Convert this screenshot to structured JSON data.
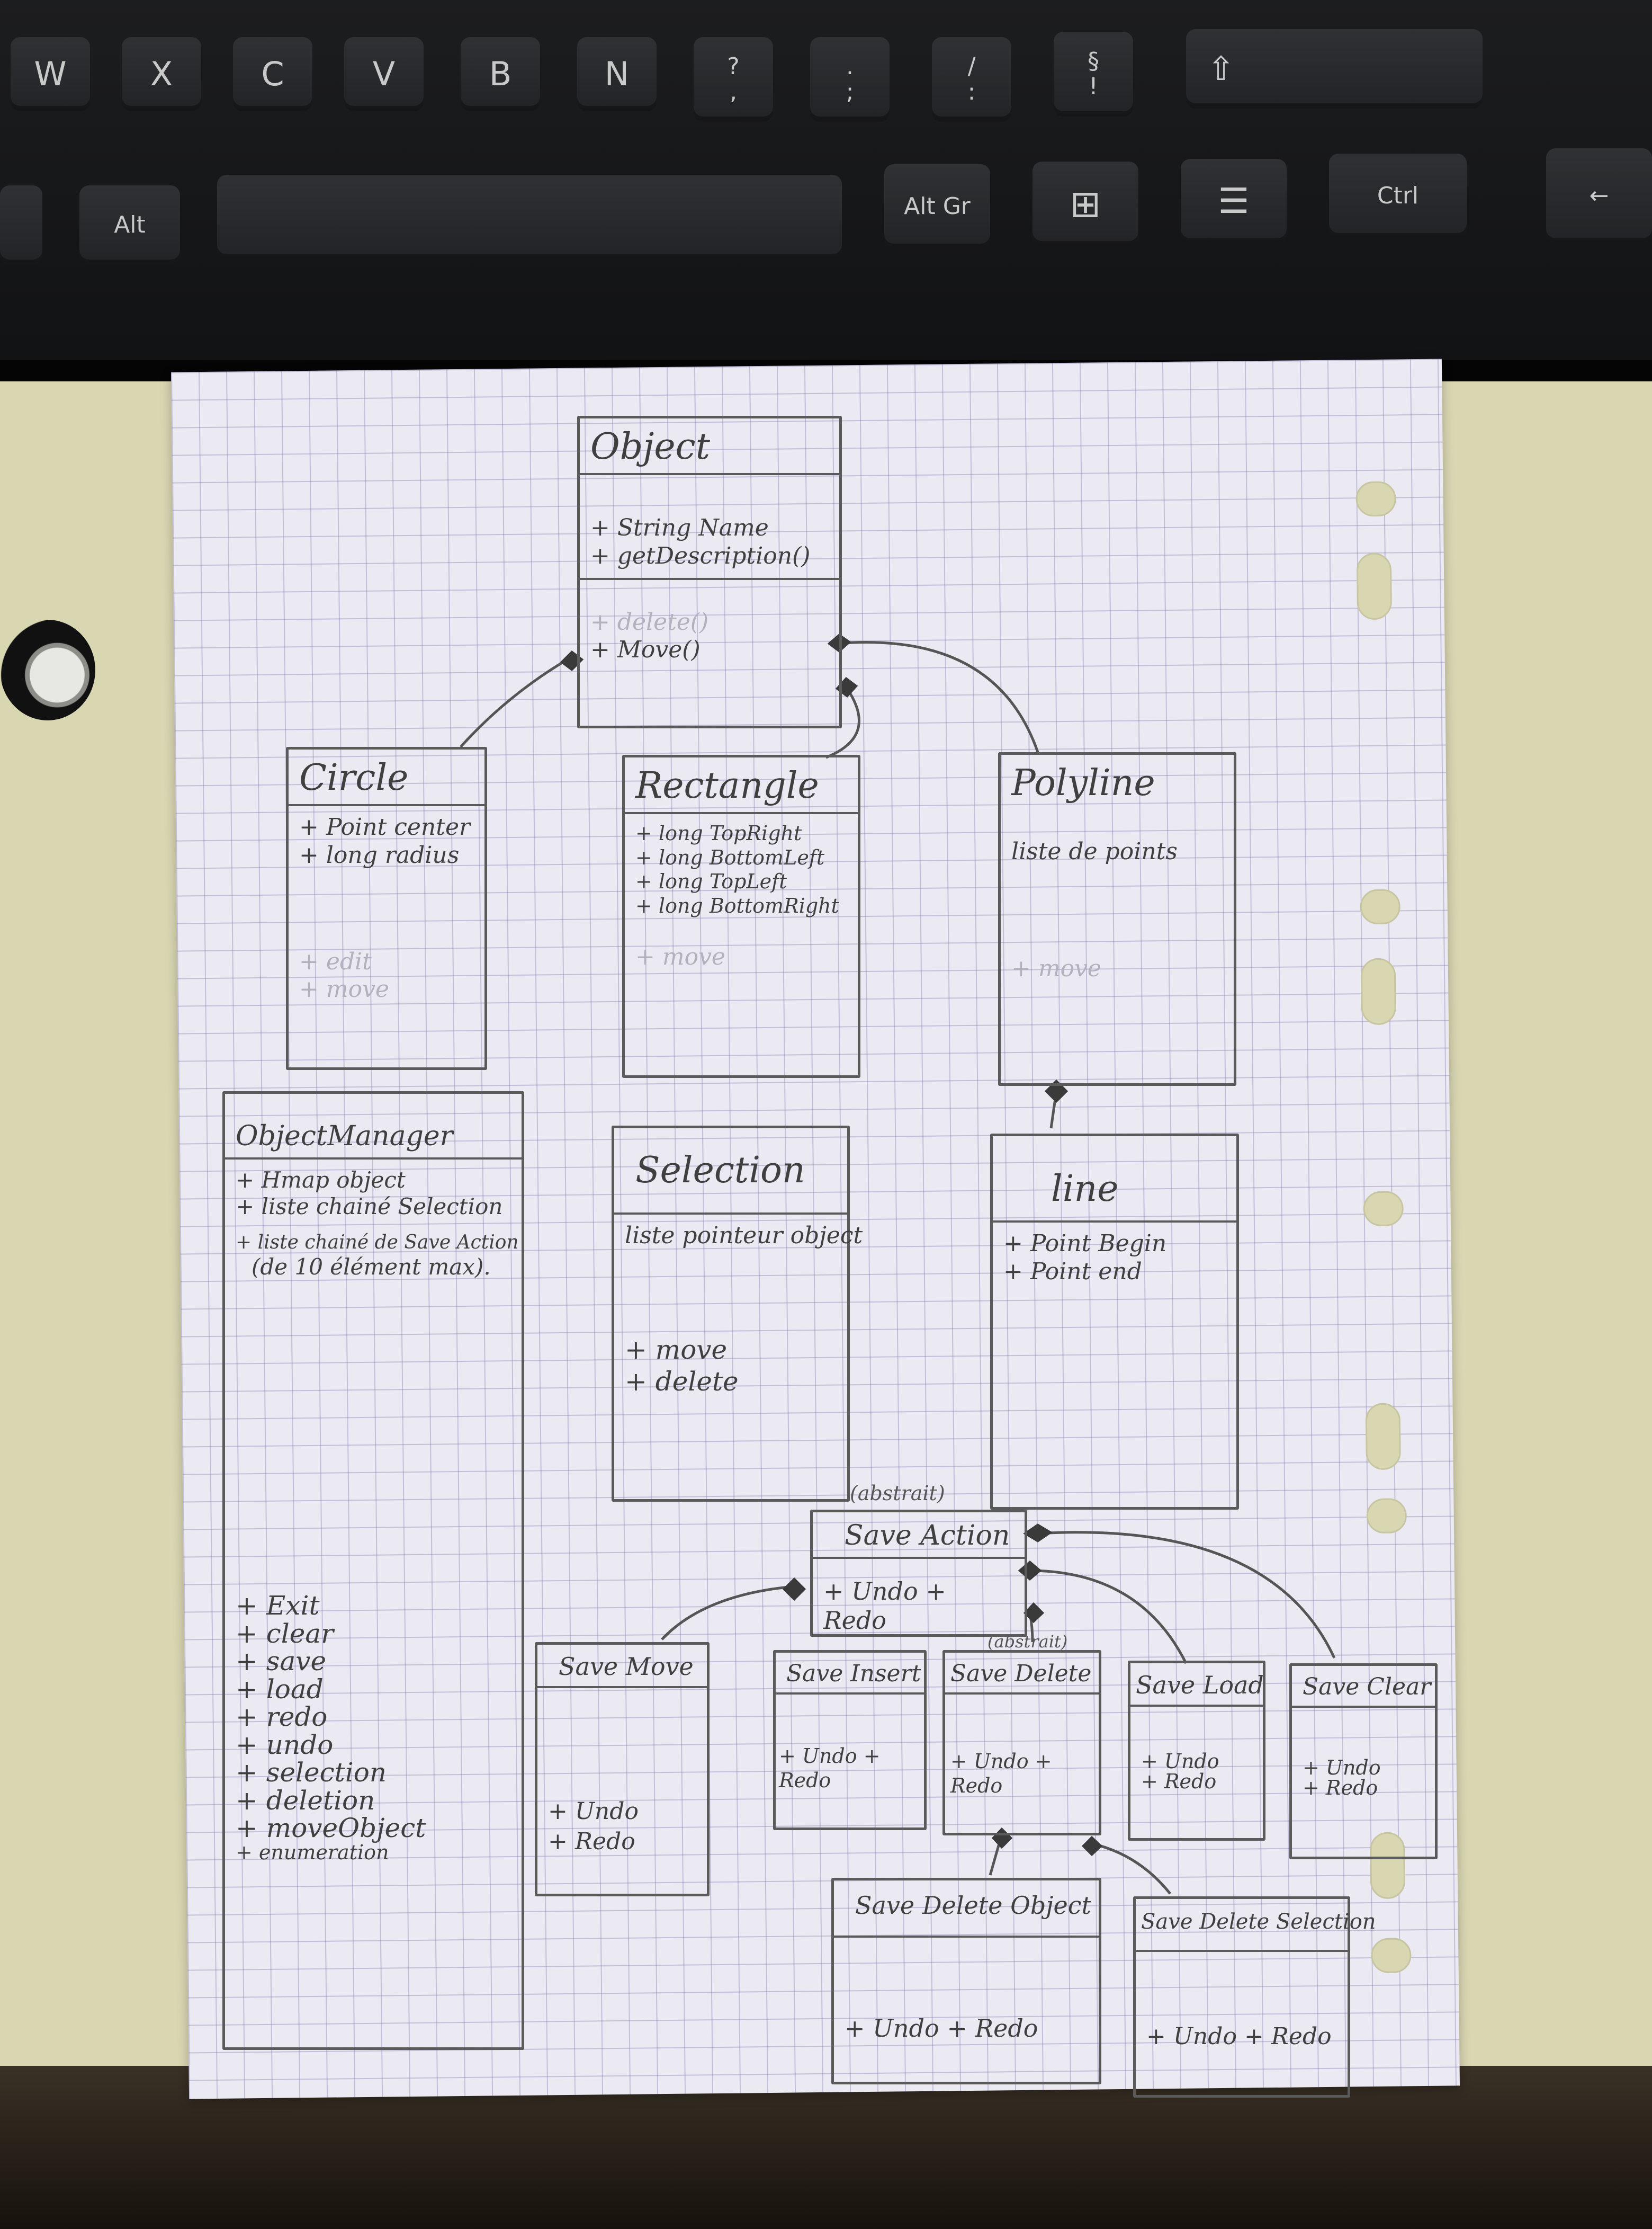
{
  "keyboard": {
    "letters": [
      "W",
      "X",
      "C",
      "V",
      "B",
      "N",
      "?\n,",
      ".\n;",
      "/\n:",
      "§\n!"
    ],
    "shift_glyph": "⇧",
    "alt": "Alt",
    "altgr": "Alt Gr",
    "ctrl": "Ctrl",
    "arrow": "←",
    "win_glyph": "⊞",
    "menu_glyph": "☰"
  },
  "diagram": {
    "object": {
      "name": "Object",
      "attrs": [
        "+ String Name",
        "+ getDescription()"
      ],
      "ops": [
        "+ delete()",
        "+ Move()"
      ]
    },
    "circle": {
      "name": "Circle",
      "attrs": [
        "+ Point center",
        "+ long radius"
      ],
      "ops": [
        "+ edit",
        "+ move"
      ]
    },
    "rectangle": {
      "name": "Rectangle",
      "attrs": [
        "+ long TopRight",
        "+ long BottomLeft",
        "+ long TopLeft",
        "+ long BottomRight"
      ],
      "ops": [
        "+ move"
      ]
    },
    "polyline": {
      "name": "Polyline",
      "attrs": [
        "liste de points"
      ],
      "ops": [
        "+ move"
      ]
    },
    "object_manager": {
      "name": "ObjectManager",
      "attrs": [
        "+ Hmap object",
        "+ liste chainé Selection",
        "+ liste chainé de Save Action",
        "(de 10 élément max)."
      ],
      "ops": [
        "+ Exit",
        "+ clear",
        "+ save",
        "+ load",
        "+ redo",
        "+ undo",
        "+ selection",
        "+ deletion",
        "+ moveObject",
        "+ enumeration"
      ]
    },
    "selection": {
      "name": "Selection",
      "attrs": [
        "liste pointeur object"
      ],
      "ops": [
        "+ move",
        "+ delete"
      ]
    },
    "line": {
      "name": "line",
      "attrs": [
        "+ Point Begin",
        "+ Point end"
      ],
      "ops": []
    },
    "save_action": {
      "stereotype": "(abstrait)",
      "name": "Save Action",
      "ops": [
        "+ Undo",
        "+ Redo"
      ]
    },
    "save_move": {
      "name": "Save Move",
      "ops": [
        "+ Undo",
        "+ Redo"
      ]
    },
    "save_insert": {
      "name": "Save Insert",
      "ops": [
        "+ Undo",
        "+ Redo"
      ]
    },
    "save_delete": {
      "stereotype": "(abstrait)",
      "name": "Save Delete",
      "ops": [
        "+ Undo",
        "+ Redo"
      ]
    },
    "save_load": {
      "name": "Save Load",
      "ops": [
        "+ Undo",
        "+ Redo"
      ]
    },
    "save_clear": {
      "name": "Save Clear",
      "ops": [
        "+ Undo",
        "+ Redo"
      ]
    },
    "save_delete_object": {
      "name": "Save Delete Object",
      "ops": [
        "+ Undo",
        "+ Redo"
      ]
    },
    "save_delete_selection": {
      "name": "Save Delete Selection",
      "ops": [
        "+ Undo",
        "+ Redo"
      ]
    }
  },
  "colors": {
    "pencil": "#5a5a5a",
    "paper": "#ebe9f2",
    "grid": "#7670aa",
    "desk": "#d9d6b2"
  }
}
